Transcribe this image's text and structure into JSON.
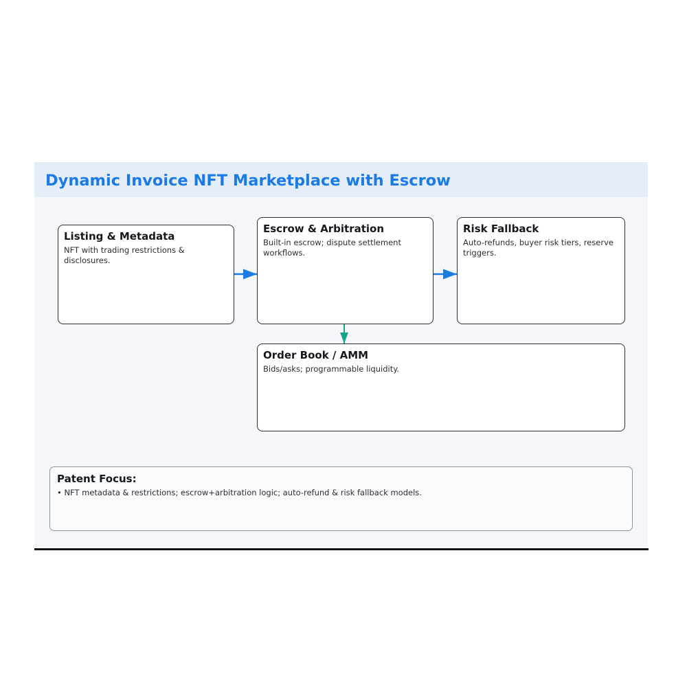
{
  "title": "Dynamic Invoice NFT Marketplace with Escrow",
  "boxes": {
    "listing": {
      "title": "Listing & Metadata",
      "desc": "NFT with trading restrictions & disclosures."
    },
    "escrow": {
      "title": "Escrow & Arbitration",
      "desc": "Built-in escrow; dispute settlement workflows."
    },
    "risk": {
      "title": "Risk Fallback",
      "desc": "Auto-refunds, buyer risk tiers, reserve triggers."
    },
    "orderbook": {
      "title": "Order Book / AMM",
      "desc": "Bids/asks; programmable liquidity."
    }
  },
  "patent": {
    "title": "Patent Focus:",
    "text": "• NFT metadata & restrictions; escrow+arbitration logic; auto-refund & risk fallback models."
  },
  "edges": [
    {
      "from": "listing",
      "to": "escrow",
      "color": "#1a7be0"
    },
    {
      "from": "escrow",
      "to": "risk",
      "color": "#1a7be0"
    },
    {
      "from": "escrow",
      "to": "orderbook",
      "color": "#17a38c"
    }
  ],
  "colors": {
    "title": "#1b7be6",
    "header_bg": "#e5edf8",
    "panel_bg": "#f4f6fa"
  }
}
